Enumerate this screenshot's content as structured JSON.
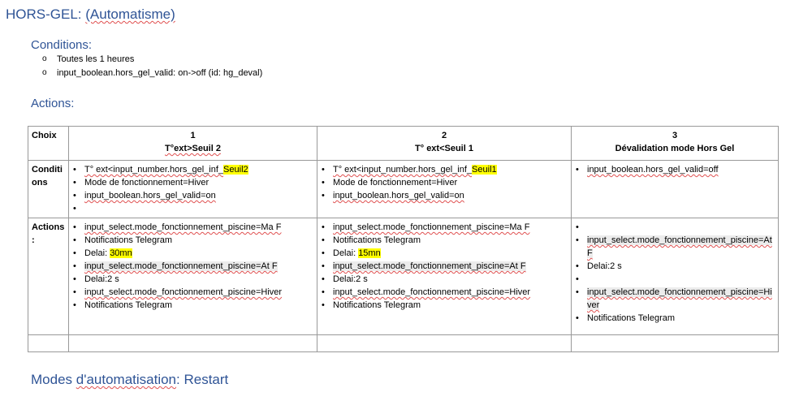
{
  "title_prefix": "HORS-GEL: ",
  "title_suffix": "(Automatisme)",
  "conditions_heading": "Conditions:",
  "conditions": [
    "Toutes les 1 heures",
    "input_boolean.hors_gel_valid: on->off (id: hg_deval)"
  ],
  "actions_heading": "Actions:",
  "table": {
    "corner": "Choix",
    "columns": [
      {
        "num": "1",
        "label": "T°ext>Seuil 2"
      },
      {
        "num": "2",
        "label": "T° ext<Seuil 1"
      },
      {
        "num": "3",
        "label": "Dévalidation mode Hors Gel"
      }
    ],
    "row_conditions": "Conditions",
    "row_actions": "Actions :",
    "c1_conditions": [
      "T° ext<input_number.hors_gel_inf_",
      "Seuil2",
      "Mode de fonctionnement=Hiver",
      "input_boolean.hors_gel_valid=on",
      ""
    ],
    "c2_conditions": [
      "T° ext<input_number.hors_gel_inf_",
      "Seuil1",
      "Mode de fonctionnement=Hiver",
      "input_boolean.hors_gel_valid=on"
    ],
    "c3_conditions": [
      "input_boolean.hors_gel_valid=off"
    ],
    "c1_actions": [
      "input_select.mode_fonctionnement_piscine=Ma F",
      "Notifications Telegram",
      "Delai: ",
      "30mn",
      "input_select.mode_fonctionnement_piscine=At F",
      "Delai:2 s",
      "input_select.mode_fonctionnement_piscine=Hiver",
      "Notifications Telegram"
    ],
    "c2_actions": [
      "input_select.mode_fonctionnement_piscine=Ma F",
      "Notifications Telegram",
      "Delai: ",
      "15mn",
      "input_select.mode_fonctionnement_piscine=At F",
      "Delai:2 s",
      "input_select.mode_fonctionnement_piscine=Hiver",
      "Notifications Telegram"
    ],
    "c3_actions": [
      "",
      "input_select.mode_fonctionnement_piscine=At F",
      "Delai:2 s",
      "",
      "input_select.mode_fonctionnement_piscine=Hiver",
      "Notifications Telegram"
    ]
  },
  "modes_prefix": "Modes ",
  "modes_word": "d'automatisation",
  "modes_suffix": ": Restart"
}
